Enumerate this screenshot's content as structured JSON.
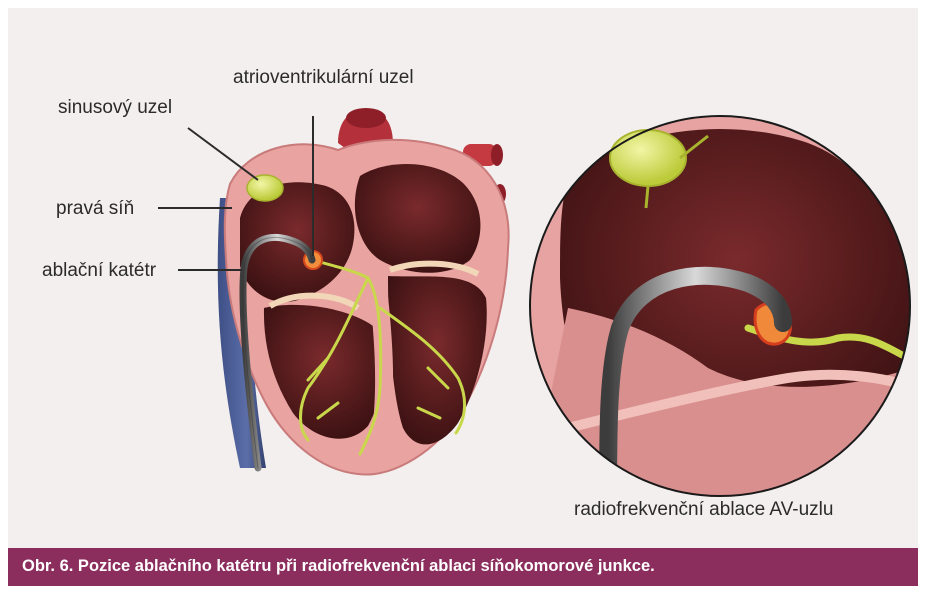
{
  "labels": {
    "sinus_node": "sinusový uzel",
    "av_node": "atrioventrikulární uzel",
    "right_atrium": "pravá síň",
    "catheter": "ablační katétr",
    "inset_title": "radiofrekvenční ablace AV-uzlu"
  },
  "caption": "Obr. 6. Pozice ablačního katétru při radiofrekvenční ablaci síňokomorové junkce.",
  "colors": {
    "background": "#f3efee",
    "caption_bar": "#8c2e5d",
    "heart_wall": "#e79a9a",
    "chamber": "#5a1d1f",
    "node": "#d6e36a",
    "conduction": "#c9d84a",
    "catheter": "#6e6e6e"
  }
}
